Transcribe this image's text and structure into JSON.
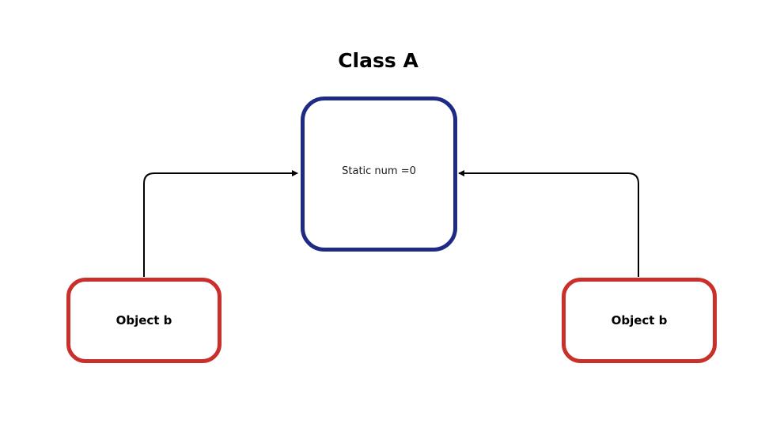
{
  "diagram": {
    "class_title": "Class A",
    "class_box_text": "Static num =0",
    "objects": [
      {
        "label": "Object b"
      },
      {
        "label": "Object b"
      }
    ]
  },
  "colors": {
    "class_border": "#1f2a85",
    "object_border": "#c9302c",
    "connector": "#000000",
    "background": "#ffffff"
  }
}
